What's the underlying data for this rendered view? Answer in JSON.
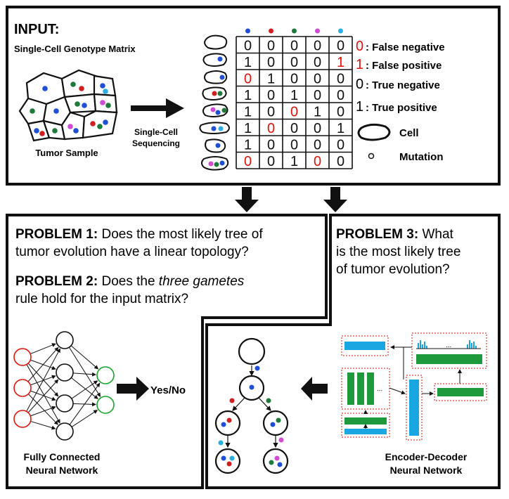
{
  "input": {
    "heading": "INPUT:",
    "subheading": "Single-Cell Genotype Matrix",
    "tumor_label": "Tumor Sample",
    "seq_label_1": "Single-Cell",
    "seq_label_2": "Sequencing",
    "matrix_rows": [
      [
        "0",
        "0",
        "0",
        "0",
        "0"
      ],
      [
        "1",
        "0",
        "0",
        "0",
        "1"
      ],
      [
        "0",
        "1",
        "0",
        "0",
        "0"
      ],
      [
        "1",
        "0",
        "1",
        "0",
        "0"
      ],
      [
        "1",
        "0",
        "0",
        "1",
        "0"
      ],
      [
        "1",
        "0",
        "0",
        "0",
        "1"
      ],
      [
        "1",
        "0",
        "0",
        "0",
        "0"
      ],
      [
        "0",
        "0",
        "1",
        "0",
        "0"
      ]
    ],
    "column_dot_colors": [
      "#1f4fd6",
      "#d11f1f",
      "#1e7a3a",
      "#d24bd6",
      "#2ab0e0"
    ],
    "legend": {
      "false_negative_symbol": "0",
      "false_negative_label": ": False negative",
      "false_positive_symbol": "1",
      "false_positive_label": ": False positive",
      "true_negative_symbol": "0",
      "true_negative_label": ": True negative",
      "true_positive_symbol": "1",
      "true_positive_label": ": True positive",
      "cell_label": "Cell",
      "mutation_label": "Mutation"
    }
  },
  "problems": {
    "p1_bold": "PROBLEM 1:",
    "p1_line1": "Does the most likely tree of",
    "p1_line2": "tumor evolution have a linear topology?",
    "p2_bold": "PROBLEM 2:",
    "p2_line1a": "Does the",
    "p2_line1_italic": "three gametes",
    "p2_line2": "rule hold for the input matrix?",
    "p3_bold": "PROBLEM 3:",
    "p3_line1": "What",
    "p3_line2": "is the most likely tree",
    "p3_line3": "of tumor evolution?"
  },
  "networks": {
    "output_label": "Yes/No",
    "fc_label_1": "Fully Connected",
    "fc_label_2": "Neural Network",
    "ed_label_1": "Encoder-Decoder",
    "ed_label_2": "Neural Network",
    "ellipsis": "..."
  },
  "colors": {
    "error": "#e3120b",
    "input_neuron": "#e3120b",
    "output_neuron": "#1aa32a",
    "encoder_green": "#1e9a3c",
    "decoder_blue": "#1aa6e0"
  }
}
